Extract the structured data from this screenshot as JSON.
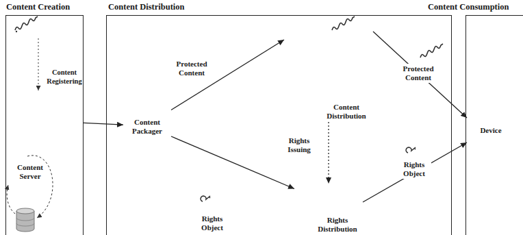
{
  "diagram": {
    "nodes": [
      {
        "text": [
          "Content Creation"
        ]
      },
      {
        "text": [
          "Content Server"
        ],
        "in": 0
      },
      {
        "text": [
          "Content Distribution"
        ]
      },
      {
        "text": [
          "Content Packager"
        ],
        "in": 2
      },
      {
        "text": [
          "Content Distribution"
        ],
        "in": 2
      },
      {
        "text": [
          "Rights Distribution"
        ],
        "in": 2
      },
      {
        "text": [
          "Content Consumption"
        ]
      },
      {
        "text": [
          "Device"
        ],
        "in": 6
      }
    ],
    "edges": [
      {
        "from": 0,
        "to": 3,
        "arrow": "to"
      },
      {
        "from": 3,
        "to": 4,
        "label": "Protected Content",
        "arrow": "to"
      },
      {
        "from": 3,
        "to": 5,
        "label": "Rights Object",
        "arrow": "to"
      },
      {
        "from": 4,
        "to": 5,
        "label": "Rights Issuing",
        "arrow": "to"
      },
      {
        "from": 4,
        "to": 7,
        "label": "Protected Content",
        "arrow": "to"
      },
      {
        "from": 5,
        "to": 7,
        "label": "Rights Object",
        "arrow": "to"
      }
    ],
    "labels": [
      "Content Registering"
    ]
  }
}
